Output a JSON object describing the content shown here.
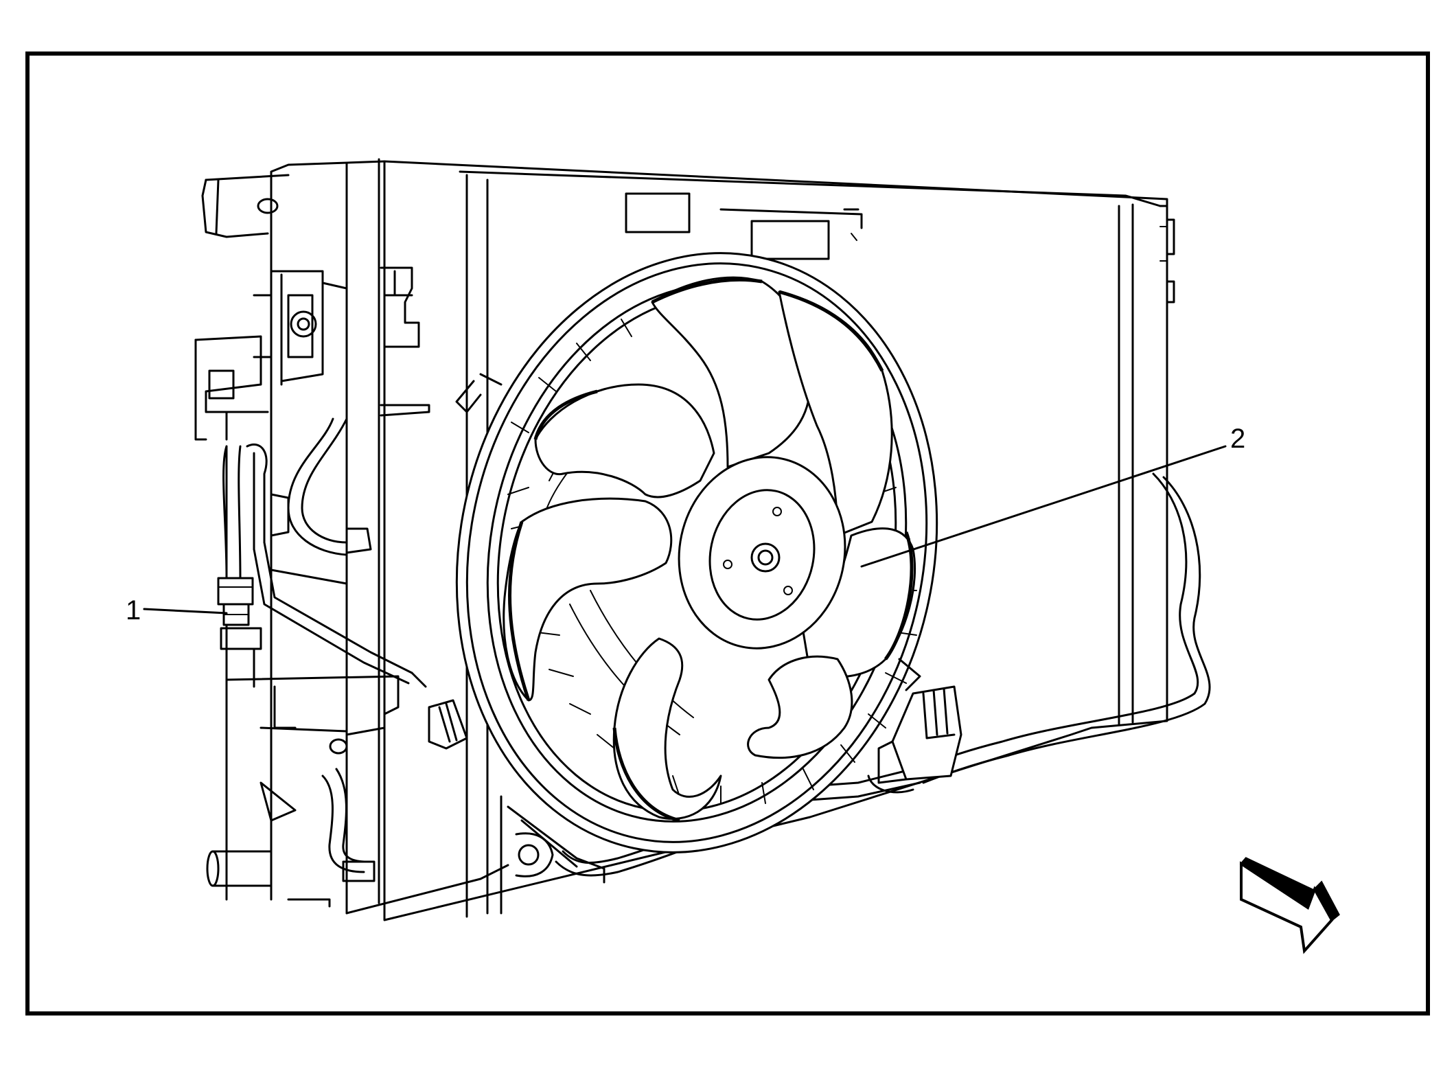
{
  "figure": {
    "callouts": [
      {
        "id": "1",
        "label": "1"
      },
      {
        "id": "2",
        "label": "2"
      }
    ],
    "icons": [
      "view-direction-arrow-icon"
    ],
    "colors": {
      "line": "#000000",
      "background": "#ffffff"
    }
  }
}
